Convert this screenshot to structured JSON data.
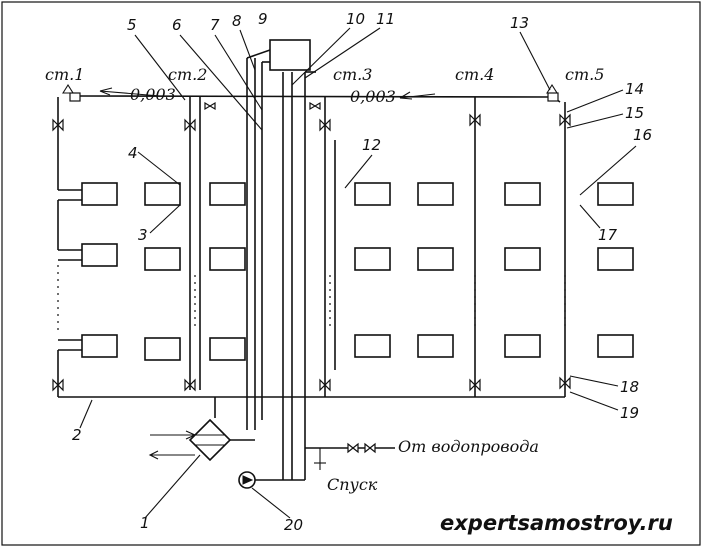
{
  "diagram": {
    "risers": [
      "ст.1",
      "ст.2",
      "ст.3",
      "ст.4",
      "ст.5"
    ],
    "slope_labels": [
      "0,003",
      "0,003"
    ],
    "callouts": [
      "1",
      "2",
      "3",
      "4",
      "5",
      "6",
      "7",
      "8",
      "9",
      "10",
      "11",
      "12",
      "13",
      "14",
      "15",
      "16",
      "17",
      "18",
      "19",
      "20"
    ],
    "supply_label": "От водопровода",
    "drain_label": "Спуск"
  },
  "watermark": "expertsamostroy.ru"
}
